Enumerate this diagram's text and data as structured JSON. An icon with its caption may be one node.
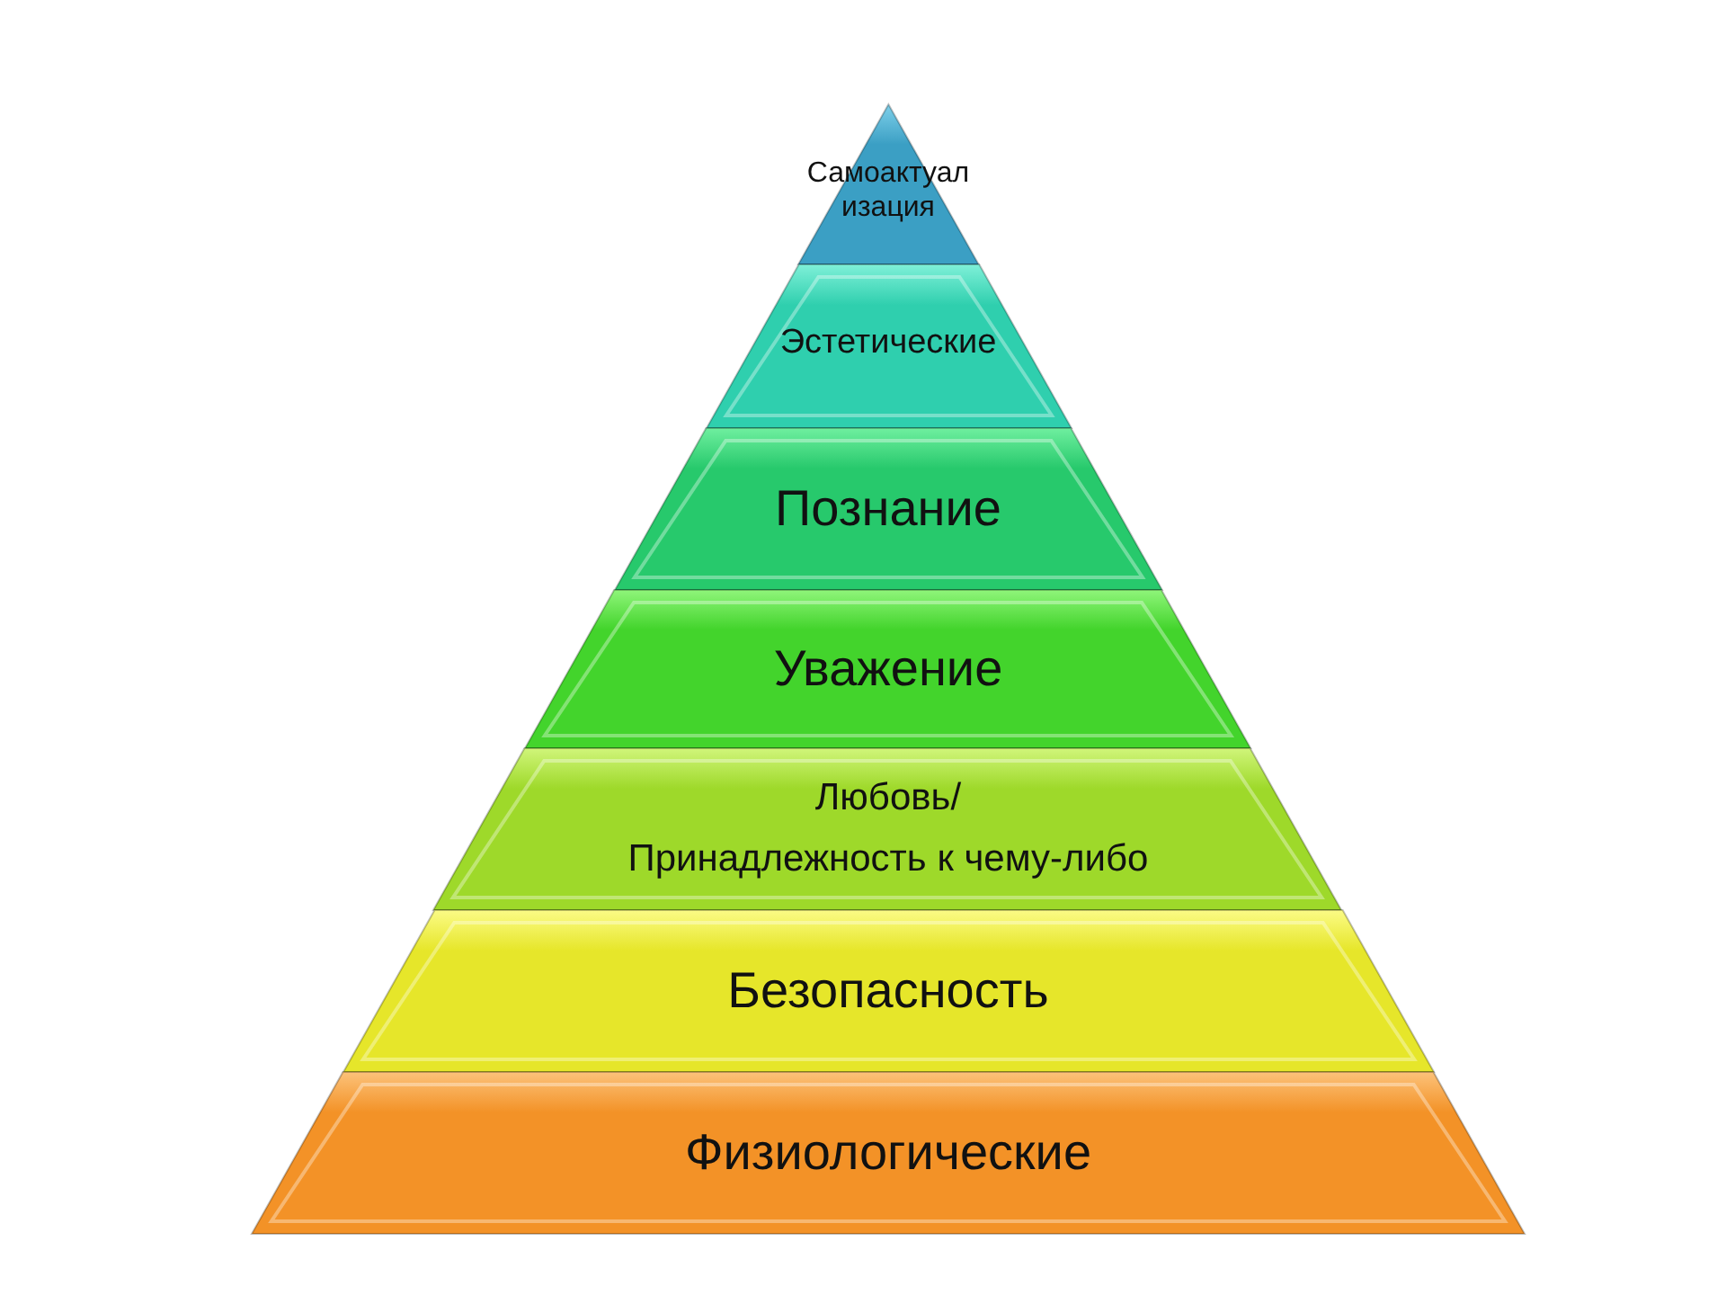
{
  "diagram": {
    "nodes": [
      {
        "text": [
          "Самоактуализация"
        ]
      },
      {
        "text": [
          "Эстетические"
        ]
      },
      {
        "text": [
          "Познание"
        ]
      },
      {
        "text": [
          "Уважение"
        ]
      },
      {
        "text": [
          "Любовь/",
          "Принадлежность к чему-либо"
        ]
      },
      {
        "text": [
          "Безопасность"
        ]
      },
      {
        "text": [
          "Физиологические"
        ]
      }
    ]
  }
}
